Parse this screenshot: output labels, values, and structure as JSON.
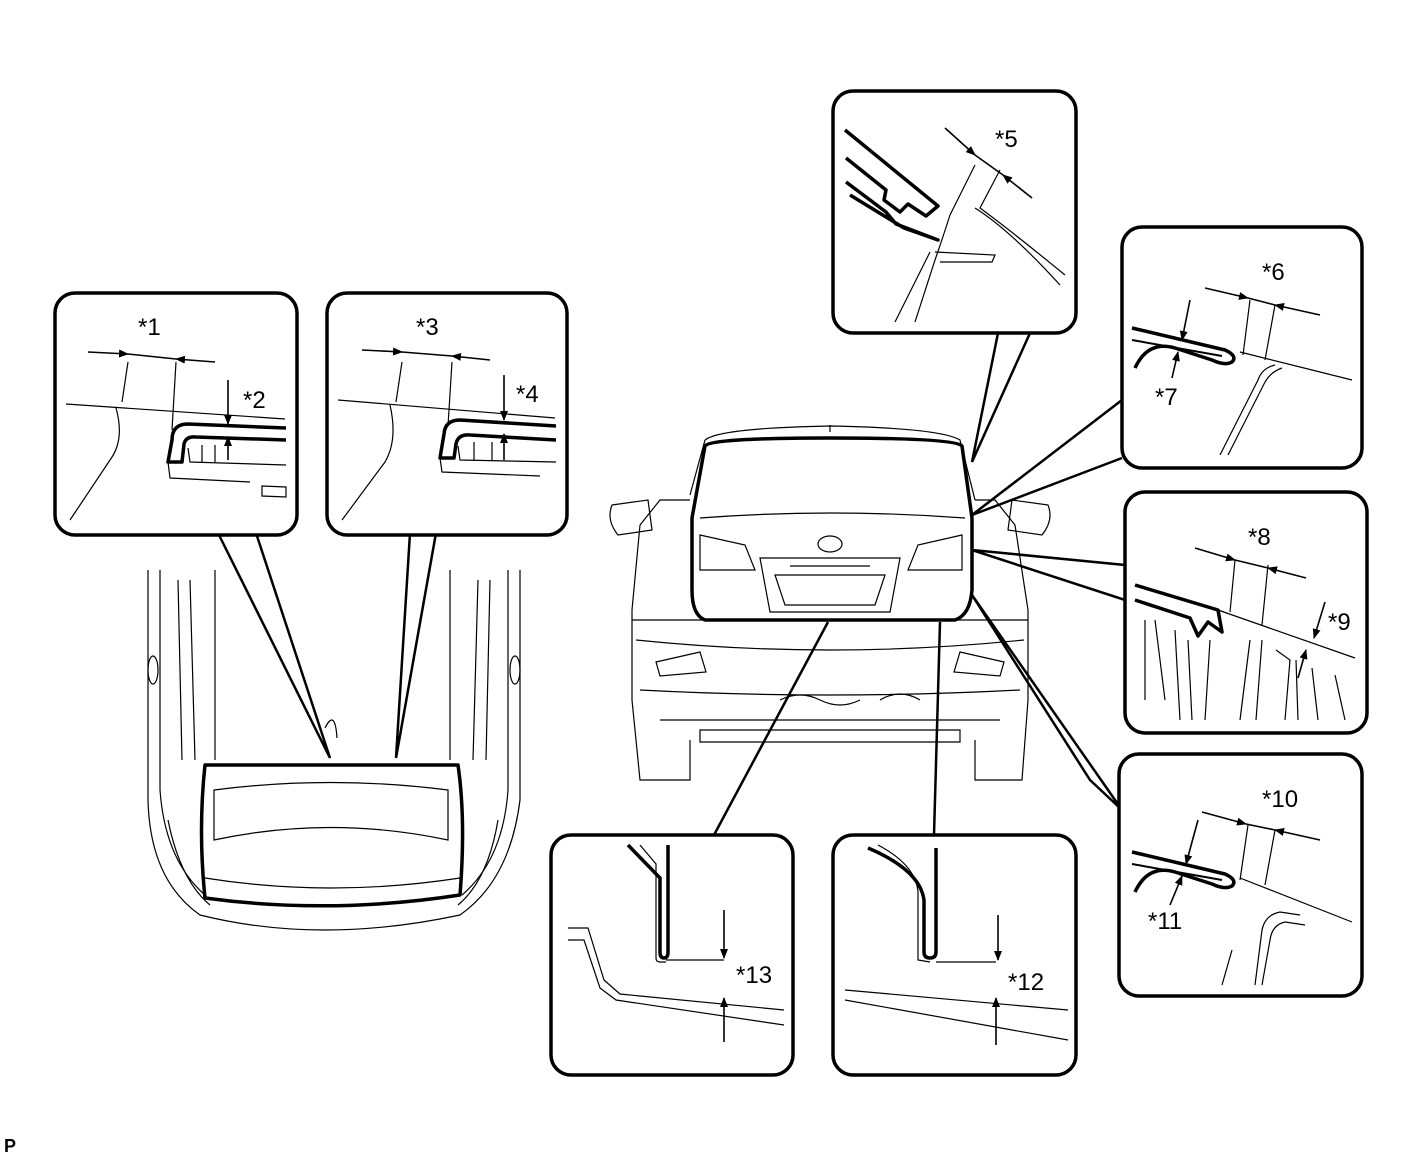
{
  "labels": {
    "l1": "*1",
    "l2": "*2",
    "l3": "*3",
    "l4": "*4",
    "l5": "*5",
    "l6": "*6",
    "l7": "*7",
    "l8": "*8",
    "l9": "*9",
    "l10": "*10",
    "l11": "*11",
    "l12": "*12",
    "l13": "*13"
  },
  "figure_code": "P"
}
